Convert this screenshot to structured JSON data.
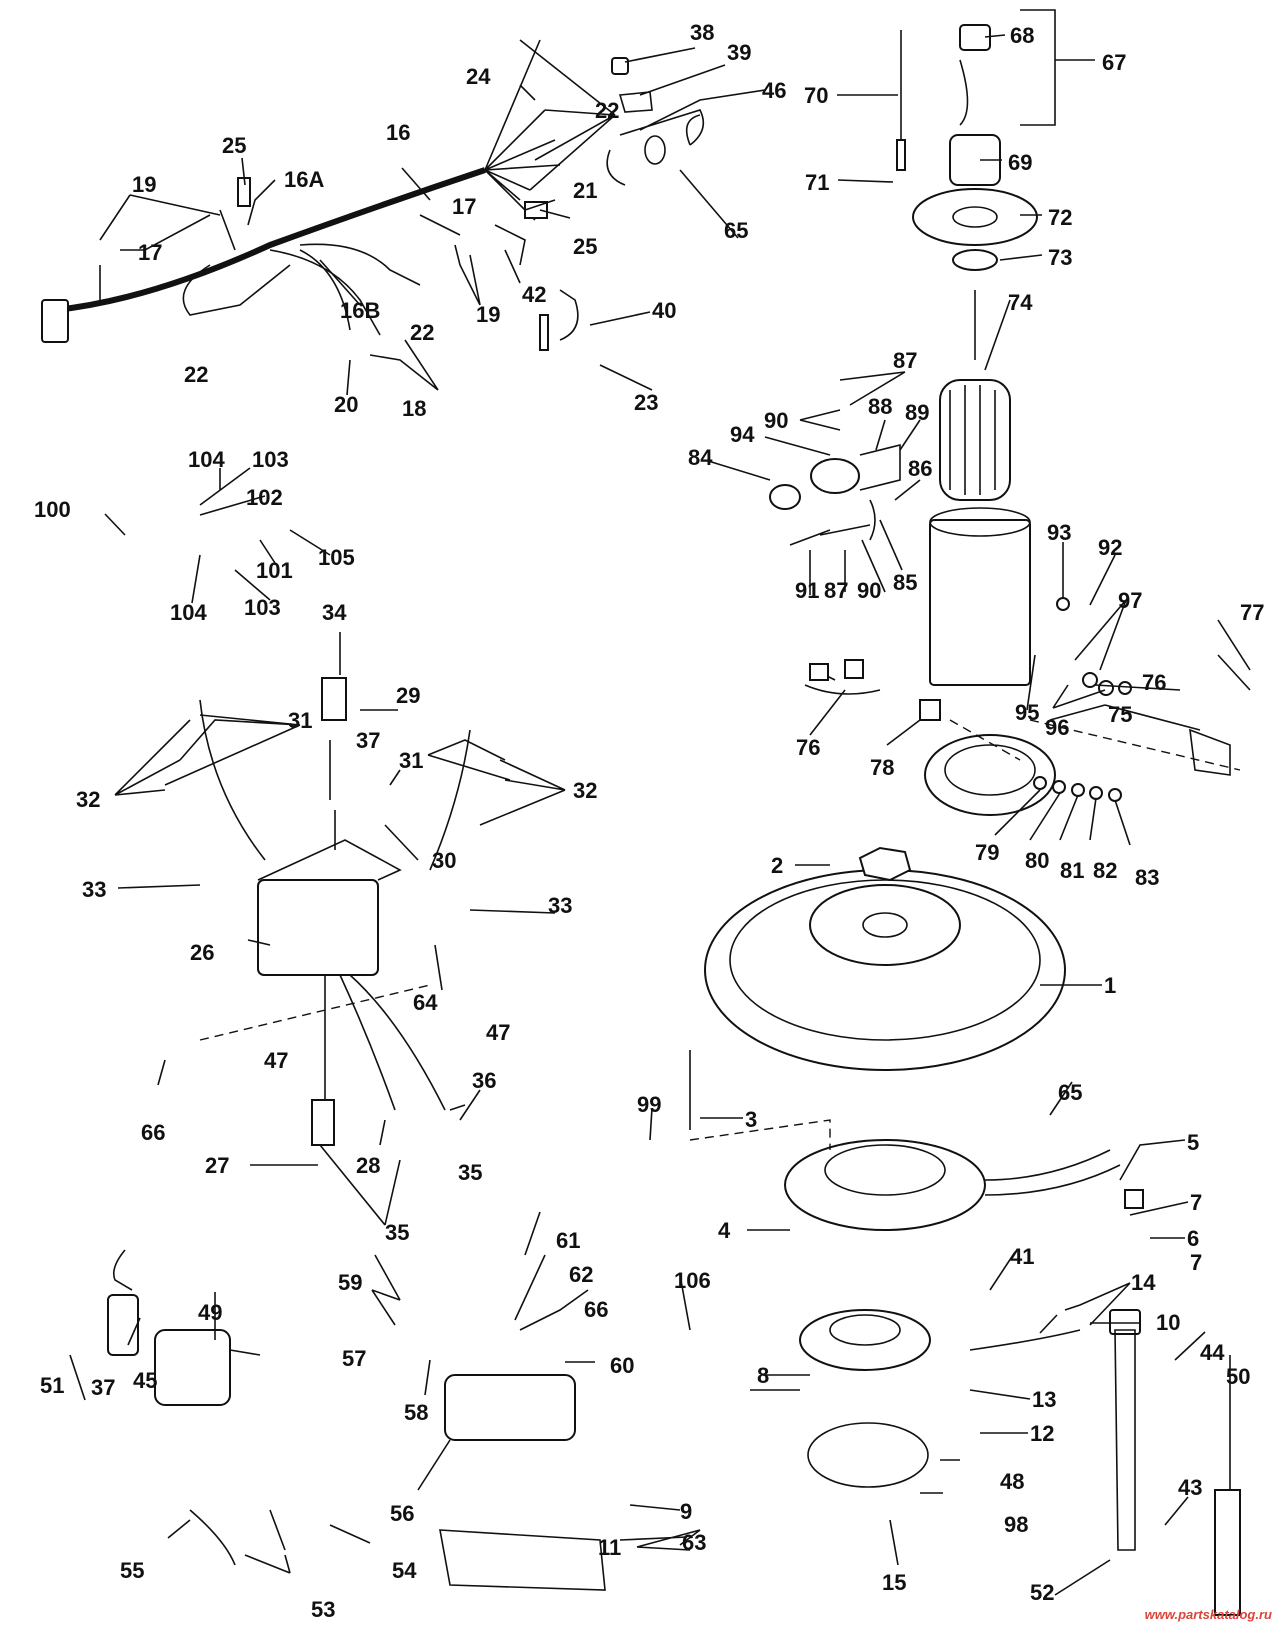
{
  "diagram": {
    "labels": [
      {
        "id": "label-1",
        "text": "1"
      },
      {
        "id": "label-2",
        "text": "2"
      },
      {
        "id": "label-3",
        "text": "3"
      },
      {
        "id": "label-4",
        "text": "4"
      },
      {
        "id": "label-5",
        "text": "5"
      },
      {
        "id": "label-6",
        "text": "6"
      },
      {
        "id": "label-7a",
        "text": "7"
      },
      {
        "id": "label-7b",
        "text": "7"
      },
      {
        "id": "label-8",
        "text": "8"
      },
      {
        "id": "label-9",
        "text": "9"
      },
      {
        "id": "label-10",
        "text": "10"
      },
      {
        "id": "label-11",
        "text": "11"
      },
      {
        "id": "label-12",
        "text": "12"
      },
      {
        "id": "label-13",
        "text": "13"
      },
      {
        "id": "label-14",
        "text": "14"
      },
      {
        "id": "label-15",
        "text": "15"
      },
      {
        "id": "label-16",
        "text": "16"
      },
      {
        "id": "label-16a",
        "text": "16A"
      },
      {
        "id": "label-16b",
        "text": "16B"
      },
      {
        "id": "label-17a",
        "text": "17"
      },
      {
        "id": "label-17b",
        "text": "17"
      },
      {
        "id": "label-18",
        "text": "18"
      },
      {
        "id": "label-19a",
        "text": "19"
      },
      {
        "id": "label-19b",
        "text": "19"
      },
      {
        "id": "label-20",
        "text": "20"
      },
      {
        "id": "label-21",
        "text": "21"
      },
      {
        "id": "label-22a",
        "text": "22"
      },
      {
        "id": "label-22b",
        "text": "22"
      },
      {
        "id": "label-22c",
        "text": "22"
      },
      {
        "id": "label-23",
        "text": "23"
      },
      {
        "id": "label-24",
        "text": "24"
      },
      {
        "id": "label-25a",
        "text": "25"
      },
      {
        "id": "label-25b",
        "text": "25"
      },
      {
        "id": "label-26",
        "text": "26"
      },
      {
        "id": "label-27",
        "text": "27"
      },
      {
        "id": "label-28",
        "text": "28"
      },
      {
        "id": "label-29",
        "text": "29"
      },
      {
        "id": "label-30",
        "text": "30"
      },
      {
        "id": "label-31a",
        "text": "31"
      },
      {
        "id": "label-31b",
        "text": "31"
      },
      {
        "id": "label-32a",
        "text": "32"
      },
      {
        "id": "label-32b",
        "text": "32"
      },
      {
        "id": "label-33a",
        "text": "33"
      },
      {
        "id": "label-33b",
        "text": "33"
      },
      {
        "id": "label-34",
        "text": "34"
      },
      {
        "id": "label-35a",
        "text": "35"
      },
      {
        "id": "label-35b",
        "text": "35"
      },
      {
        "id": "label-36",
        "text": "36"
      },
      {
        "id": "label-37a",
        "text": "37"
      },
      {
        "id": "label-37b",
        "text": "37"
      },
      {
        "id": "label-38",
        "text": "38"
      },
      {
        "id": "label-39",
        "text": "39"
      },
      {
        "id": "label-40",
        "text": "40"
      },
      {
        "id": "label-41",
        "text": "41"
      },
      {
        "id": "label-42",
        "text": "42"
      },
      {
        "id": "label-43",
        "text": "43"
      },
      {
        "id": "label-44",
        "text": "44"
      },
      {
        "id": "label-45",
        "text": "45"
      },
      {
        "id": "label-46",
        "text": "46"
      },
      {
        "id": "label-47a",
        "text": "47"
      },
      {
        "id": "label-47b",
        "text": "47"
      },
      {
        "id": "label-48",
        "text": "48"
      },
      {
        "id": "label-49",
        "text": "49"
      },
      {
        "id": "label-50",
        "text": "50"
      },
      {
        "id": "label-51",
        "text": "51"
      },
      {
        "id": "label-52",
        "text": "52"
      },
      {
        "id": "label-53",
        "text": "53"
      },
      {
        "id": "label-54",
        "text": "54"
      },
      {
        "id": "label-55",
        "text": "55"
      },
      {
        "id": "label-56",
        "text": "56"
      },
      {
        "id": "label-57",
        "text": "57"
      },
      {
        "id": "label-58",
        "text": "58"
      },
      {
        "id": "label-59",
        "text": "59"
      },
      {
        "id": "label-60",
        "text": "60"
      },
      {
        "id": "label-61",
        "text": "61"
      },
      {
        "id": "label-62",
        "text": "62"
      },
      {
        "id": "label-63",
        "text": "63"
      },
      {
        "id": "label-64",
        "text": "64"
      },
      {
        "id": "label-65a",
        "text": "65"
      },
      {
        "id": "label-65b",
        "text": "65"
      },
      {
        "id": "label-66a",
        "text": "66"
      },
      {
        "id": "label-66b",
        "text": "66"
      },
      {
        "id": "label-67",
        "text": "67"
      },
      {
        "id": "label-68",
        "text": "68"
      },
      {
        "id": "label-69",
        "text": "69"
      },
      {
        "id": "label-70",
        "text": "70"
      },
      {
        "id": "label-71",
        "text": "71"
      },
      {
        "id": "label-72",
        "text": "72"
      },
      {
        "id": "label-73",
        "text": "73"
      },
      {
        "id": "label-74",
        "text": "74"
      },
      {
        "id": "label-75",
        "text": "75"
      },
      {
        "id": "label-76a",
        "text": "76"
      },
      {
        "id": "label-76b",
        "text": "76"
      },
      {
        "id": "label-77",
        "text": "77"
      },
      {
        "id": "label-78",
        "text": "78"
      },
      {
        "id": "label-79",
        "text": "79"
      },
      {
        "id": "label-80",
        "text": "80"
      },
      {
        "id": "label-81",
        "text": "81"
      },
      {
        "id": "label-82",
        "text": "82"
      },
      {
        "id": "label-83",
        "text": "83"
      },
      {
        "id": "label-84",
        "text": "84"
      },
      {
        "id": "label-85",
        "text": "85"
      },
      {
        "id": "label-86",
        "text": "86"
      },
      {
        "id": "label-87a",
        "text": "87"
      },
      {
        "id": "label-87b",
        "text": "87"
      },
      {
        "id": "label-88",
        "text": "88"
      },
      {
        "id": "label-89",
        "text": "89"
      },
      {
        "id": "label-90a",
        "text": "90"
      },
      {
        "id": "label-90b",
        "text": "90"
      },
      {
        "id": "label-91",
        "text": "91"
      },
      {
        "id": "label-92",
        "text": "92"
      },
      {
        "id": "label-93",
        "text": "93"
      },
      {
        "id": "label-94",
        "text": "94"
      },
      {
        "id": "label-95",
        "text": "95"
      },
      {
        "id": "label-96",
        "text": "96"
      },
      {
        "id": "label-97",
        "text": "97"
      },
      {
        "id": "label-98",
        "text": "98"
      },
      {
        "id": "label-99",
        "text": "99"
      },
      {
        "id": "label-100",
        "text": "100"
      },
      {
        "id": "label-101",
        "text": "101"
      },
      {
        "id": "label-102",
        "text": "102"
      },
      {
        "id": "label-103a",
        "text": "103"
      },
      {
        "id": "label-103b",
        "text": "103"
      },
      {
        "id": "label-104a",
        "text": "104"
      },
      {
        "id": "label-104b",
        "text": "104"
      },
      {
        "id": "label-105",
        "text": "105"
      },
      {
        "id": "label-106",
        "text": "106"
      }
    ]
  },
  "watermark": "www.partskatalog.ru",
  "colors": {
    "ink": "#111111",
    "background": "#ffffff",
    "watermark": "#d9453b"
  }
}
